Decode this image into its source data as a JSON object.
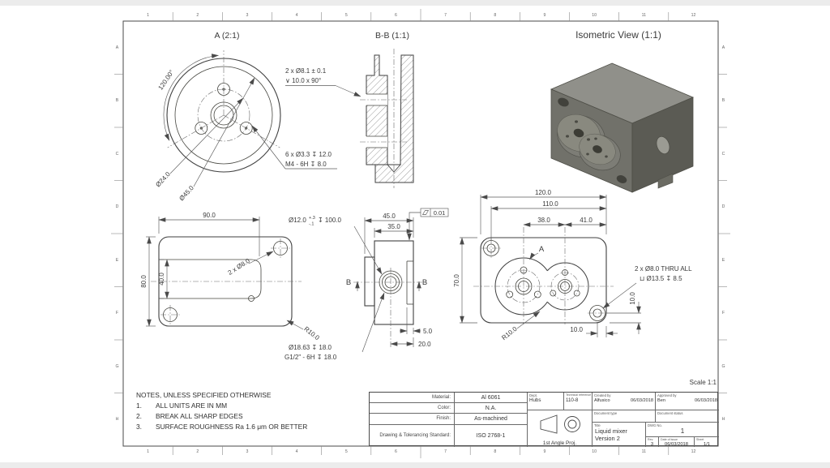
{
  "frame": {
    "columns": [
      "1",
      "2",
      "3",
      "4",
      "5",
      "6",
      "7",
      "8",
      "9",
      "10",
      "11",
      "12"
    ],
    "rows": [
      "A",
      "B",
      "C",
      "D",
      "E",
      "F",
      "G",
      "H"
    ],
    "scale_note": "Scale 1:1"
  },
  "views": {
    "detail_a": {
      "title": "A (2:1)",
      "angle": "120.00°",
      "dia_24": "Ø24.0",
      "dia_45": "Ø45.0",
      "cs_callout_line1": "2 x Ø8.1 ± 0.1",
      "cs_callout_line2": "∨ 10.0 x 90°",
      "tap_callout_line1": "6 x Ø3.3 ↧ 12.0",
      "tap_callout_line2": "M4 - 6H ↧ 8.0"
    },
    "section_b": {
      "title": "B-B (1:1)"
    },
    "iso": {
      "title": "Isometric View (1:1)"
    },
    "back": {
      "dim_width": "90.0",
      "dim_height": "80.0",
      "dim_slot": "40.0",
      "hole_callout": "2 x Ø8.0",
      "radius_callout": "R10.0"
    },
    "side": {
      "dim_45": "45.0",
      "dim_35": "35.0",
      "dim_5": "5.0",
      "dim_20": "20.0",
      "flatness_value": "0.01",
      "bore_callout": "Ø12.0",
      "bore_tol_plus": "+.3",
      "bore_tol_minus": "-.1",
      "bore_depth": "↧ 100.0",
      "port_callout_line1": "Ø18.63 ↧ 18.0",
      "port_callout_line2": "G1/2\" - 6H ↧ 18.0",
      "section_label": "B"
    },
    "front": {
      "dim_120": "120.0",
      "dim_110": "110.0",
      "dim_38": "38.0",
      "dim_41": "41.0",
      "dim_70": "70.0",
      "dim_10v": "10.0",
      "dim_10h": "10.0",
      "radius_callout": "R10.0",
      "detail_label": "A",
      "hole_callout_line1": "2 x Ø8.0 THRU ALL",
      "hole_callout_line2": "⊔ Ø13.5 ↧ 8.5"
    }
  },
  "notes": {
    "heading": "NOTES, UNLESS SPECIFIED OTHERWISE",
    "items": [
      {
        "num": "1.",
        "text": "ALL UNITS ARE IN MM"
      },
      {
        "num": "2.",
        "text": "BREAK ALL SHARP EDGES"
      },
      {
        "num": "3.",
        "text": "SURFACE ROUGHNESS Ra 1.6 μm OR BETTER"
      }
    ]
  },
  "title_block": {
    "material_label": "Material:",
    "material": "Al 6061",
    "color_label": "Color:",
    "color": "N.A.",
    "finish_label": "Finish:",
    "finish": "As-machined",
    "standard_label": "Drawing & Tolerancing Standard:",
    "standard": "ISO 2768-1",
    "dept_label": "Dept.",
    "dept": "Hubs",
    "techref_label": "Technical reference",
    "techref": "110-8",
    "created_label": "Created by",
    "created": "Alfusico",
    "created_date": "06/03/2018",
    "approved_label": "Approved by",
    "approved": "Ben",
    "approved_date": "06/03/2018",
    "doctype_label": "Document type",
    "docstatus_label": "Document status",
    "projection": "1st Angle Proj.",
    "title_label": "Title",
    "title_line1": "Liquid mixer",
    "title_line2": "Version 2",
    "dwg_label": "DWG No.",
    "dwg_no": "1",
    "rev_label": "Rev.",
    "rev": "3",
    "issue_label": "Date of issue",
    "issue_date": "06/03/2018",
    "sheet_label": "Sheet",
    "sheet": "1/1"
  }
}
